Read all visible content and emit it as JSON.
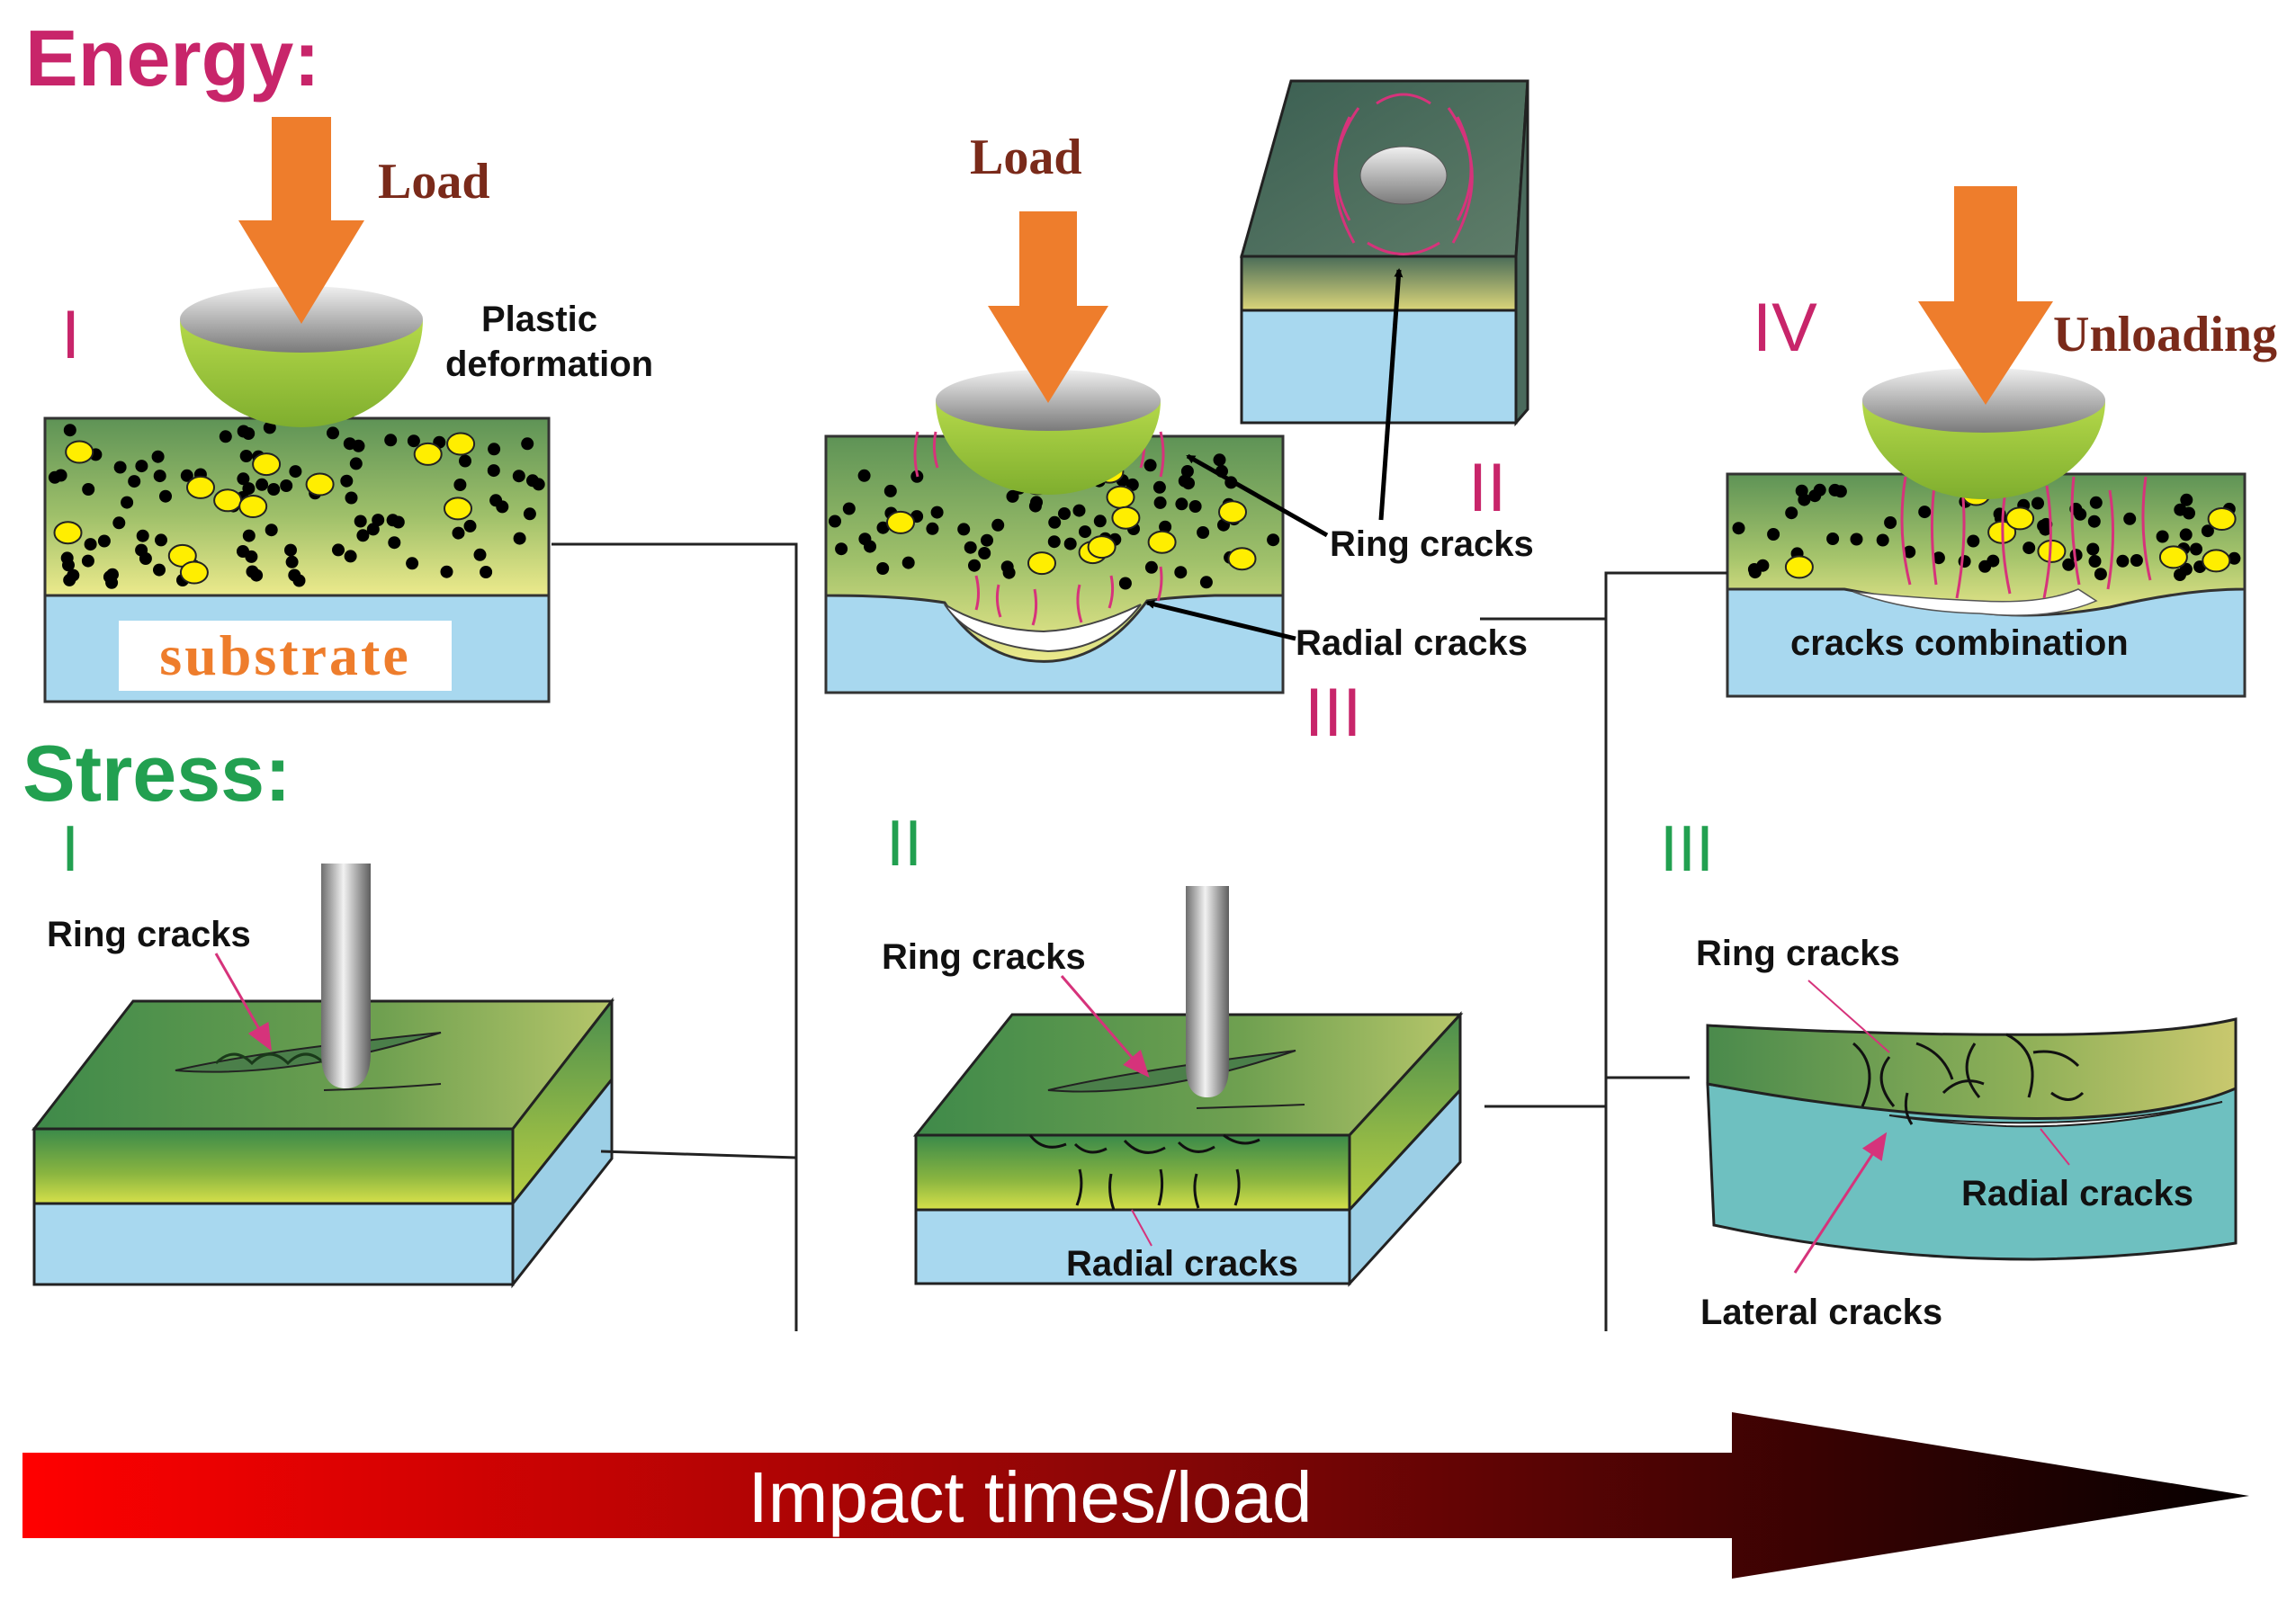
{
  "colors": {
    "energy_heading": "#c8256a",
    "stress_heading": "#22a050",
    "load_text": "#7a2a1a",
    "arrow_orange": "#ee7d2c",
    "crack_pink": "#d6337b",
    "substrate_blue": "#a8d8ef",
    "coating_green": "#5f9a55",
    "coating_yellow": "#e7e68a",
    "indenter_green": "#96c43a",
    "impact_arrow_start": "#ff0000",
    "impact_arrow_end": "#000000"
  },
  "energy": {
    "heading": "Energy:",
    "stage1": {
      "numeral": "I",
      "load": "Load",
      "plastic": [
        "Plastic",
        "deformation"
      ],
      "substrate": "substrate"
    },
    "stage2_3": {
      "load": "Load",
      "numeral_2": "II",
      "numeral_3": "III",
      "ring_cracks": "Ring cracks",
      "radial_cracks": "Radial cracks"
    },
    "stage4": {
      "numeral": "IV",
      "unloading": "Unloading",
      "combination": "cracks combination"
    }
  },
  "stress": {
    "heading": "Stress:",
    "stage1": {
      "numeral": "I",
      "ring_cracks": "Ring cracks"
    },
    "stage2": {
      "numeral": "II",
      "ring_cracks": "Ring cracks",
      "radial_cracks": "Radial cracks"
    },
    "stage3": {
      "numeral": "III",
      "ring_cracks": "Ring cracks",
      "radial_cracks": "Radial cracks",
      "lateral_cracks": "Lateral cracks"
    }
  },
  "impact_arrow": {
    "label": "Impact times/load"
  }
}
